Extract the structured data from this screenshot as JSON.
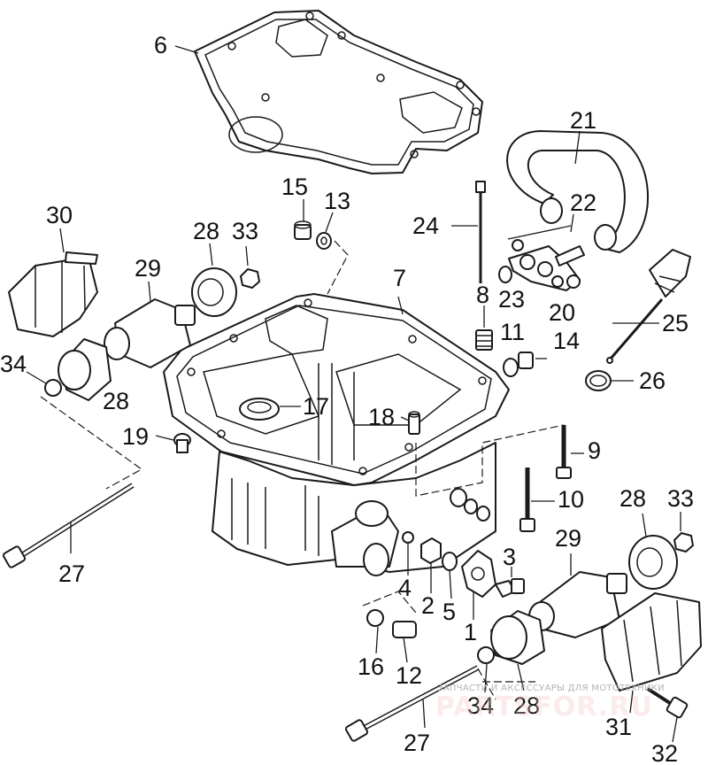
{
  "callouts": [
    {
      "id": "1",
      "label": "1"
    },
    {
      "id": "2",
      "label": "2"
    },
    {
      "id": "3",
      "label": "3"
    },
    {
      "id": "4",
      "label": "4"
    },
    {
      "id": "5",
      "label": "5"
    },
    {
      "id": "6",
      "label": "6"
    },
    {
      "id": "7",
      "label": "7"
    },
    {
      "id": "8",
      "label": "8"
    },
    {
      "id": "9",
      "label": "9"
    },
    {
      "id": "10",
      "label": "10"
    },
    {
      "id": "11",
      "label": "11"
    },
    {
      "id": "12",
      "label": "12"
    },
    {
      "id": "13",
      "label": "13"
    },
    {
      "id": "14",
      "label": "14"
    },
    {
      "id": "15",
      "label": "15"
    },
    {
      "id": "16",
      "label": "16"
    },
    {
      "id": "17",
      "label": "17"
    },
    {
      "id": "18",
      "label": "18"
    },
    {
      "id": "19",
      "label": "19"
    },
    {
      "id": "20",
      "label": "20"
    },
    {
      "id": "21",
      "label": "21"
    },
    {
      "id": "22",
      "label": "22"
    },
    {
      "id": "23",
      "label": "23"
    },
    {
      "id": "24",
      "label": "24"
    },
    {
      "id": "25",
      "label": "25"
    },
    {
      "id": "26",
      "label": "26"
    },
    {
      "id": "27a",
      "label": "27"
    },
    {
      "id": "27b",
      "label": "27"
    },
    {
      "id": "28a",
      "label": "28"
    },
    {
      "id": "28b",
      "label": "28"
    },
    {
      "id": "28c",
      "label": "28"
    },
    {
      "id": "28d",
      "label": "28"
    },
    {
      "id": "29a",
      "label": "29"
    },
    {
      "id": "29b",
      "label": "29"
    },
    {
      "id": "30",
      "label": "30"
    },
    {
      "id": "31",
      "label": "31"
    },
    {
      "id": "32",
      "label": "32"
    },
    {
      "id": "33a",
      "label": "33"
    },
    {
      "id": "33b",
      "label": "33"
    },
    {
      "id": "34a",
      "label": "34"
    },
    {
      "id": "34b",
      "label": "34"
    }
  ],
  "watermark": {
    "tagline": "ЗАПЧАСТИ И АКСЕССУАРЫ ДЛЯ МОТОТЕХНИКИ",
    "brand": "PARTSFOR.RU",
    "brand_color": "#e06060"
  }
}
